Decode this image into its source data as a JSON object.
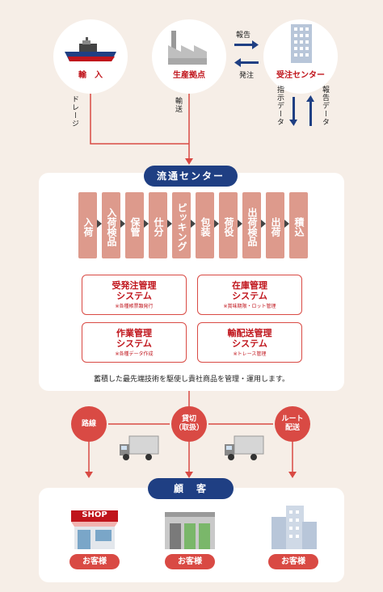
{
  "top": {
    "import_label": "輸　入",
    "production_label": "生産拠点",
    "order_center_label": "受注センター",
    "report_label": "報告",
    "shipping_label": "発注",
    "dredge_label": "ドレージ",
    "transport_label": "輸送",
    "instruction_data_label": "指示データ",
    "report_data_label": "報告データ"
  },
  "center": {
    "title": "流通センター",
    "processes": [
      "入荷",
      "入荷検品",
      "保管",
      "仕分",
      "ピッキング",
      "包装",
      "荷役",
      "出荷検品",
      "出荷",
      "積込"
    ],
    "systems": [
      {
        "title1": "受発注管理",
        "title2": "システム",
        "sub": "※各種帳票類発行"
      },
      {
        "title1": "在庫管理",
        "title2": "システム",
        "sub": "※賞味期限・ロット管理"
      },
      {
        "title1": "作業管理",
        "title2": "システム",
        "sub": "※各種データ作成"
      },
      {
        "title1": "輸配送管理",
        "title2": "システム",
        "sub": "※トレース管理"
      }
    ],
    "note": "蓄積した最先端技術を駆使し貴社商品を管理・運用します。"
  },
  "delivery": {
    "route": "路線",
    "charter_1": "貸切",
    "charter_2": "（取扱）",
    "route_delivery_1": "ルート",
    "route_delivery_2": "配送"
  },
  "customers": {
    "title": "顧　客",
    "shop_sign": "SHOP",
    "labels": [
      "お客様",
      "お客様",
      "お客様"
    ]
  },
  "colors": {
    "navy": "#1f3f83",
    "red": "#d94a44",
    "salmon": "#dd9a8c",
    "bg": "#f6eee7"
  }
}
